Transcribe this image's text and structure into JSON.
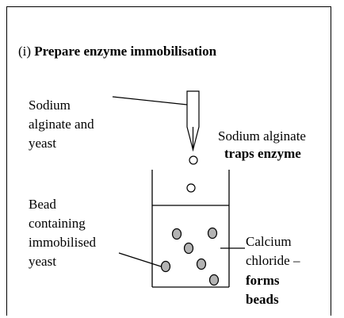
{
  "title": {
    "prefix": "(i) ",
    "bold": "Prepare enzyme immobilisation"
  },
  "labels": {
    "alginate_yeast": [
      "Sodium",
      "alginate and",
      "yeast"
    ],
    "sodium_alginate": "Sodium alginate",
    "traps_enzyme": "traps enzyme",
    "bead": [
      "Bead",
      "containing",
      "immobilised",
      "yeast"
    ],
    "calcium": [
      "Calcium",
      "chloride –"
    ],
    "forms": "forms",
    "beads": "beads"
  },
  "colors": {
    "bead_fill": "#b3b3b3",
    "line": "#000000"
  }
}
